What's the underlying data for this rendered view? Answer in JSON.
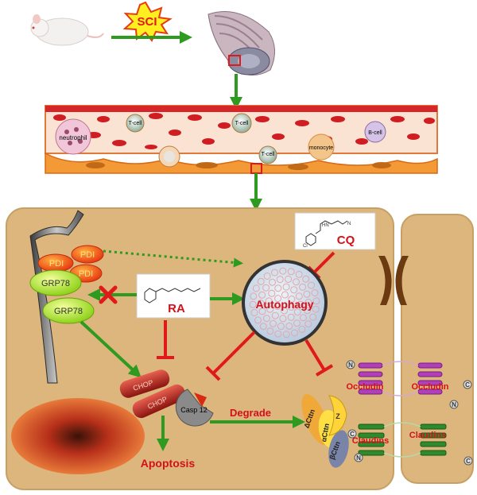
{
  "injury": {
    "label": "SCI"
  },
  "vessel": {
    "cells": [
      {
        "label": "neutrophil"
      },
      {
        "label": "T-cell"
      },
      {
        "label": "T-cell"
      },
      {
        "label": "B-cell"
      },
      {
        "label": "monocyte"
      },
      {
        "label": "T-cell"
      }
    ]
  },
  "cell": {
    "pdi_label": "PDI",
    "grp78_label": "GRP78",
    "ra_label": "RA",
    "cq_label": "CQ",
    "autophagy_label": "Autophagy",
    "chop_label": "CHOP",
    "casp12_label": "Casp 12",
    "degrade_label": "Degrade",
    "apoptosis_label": "Apoptosis",
    "occludin_label": "Occludin",
    "claudins_label": "Claudins",
    "delta_ctnn_label": "ΔCttn",
    "alpha_ctnn_label": "αCttn",
    "beta_ctnn_label": "βCttn",
    "z_label": "Z",
    "n_label": "N",
    "c_label": "C",
    "cq_struct_label": "Cl",
    "cq_hn_label": "HN",
    "cq_n_label": "N"
  },
  "colors": {
    "inhibit": "#e01a1a",
    "activate": "#2e9a1f",
    "label_red": "#d4101a",
    "cell_bg": "#dcb67c"
  },
  "icons": [
    "rat-icon",
    "spinal-cord-icon",
    "explosion-icon",
    "x-mark-icon"
  ]
}
